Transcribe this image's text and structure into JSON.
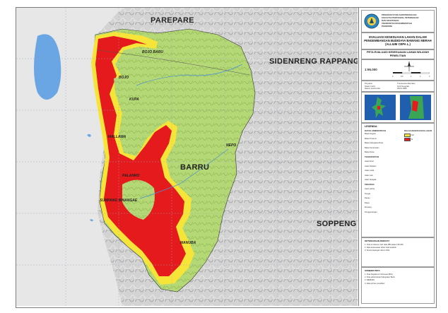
{
  "map": {
    "regions": {
      "parepare": "PAREPARE",
      "sidenreng": "SIDENRENG RAPPANG",
      "barru": "BARRU",
      "soppeng": "SOPPENG"
    },
    "districts": [
      "BOJO BARU",
      "BOJO",
      "KUPA",
      "MALLAWA",
      "NEPO",
      "PALANRO",
      "SUMPANG BINANGAE",
      "MANUBA"
    ],
    "colors": {
      "sea": "#6aa6e3",
      "land_study": "#b6d97a",
      "suitable": "#f7e439",
      "unsuitable": "#e41a1c",
      "relief": "#cfcfcf"
    }
  },
  "panel": {
    "institution": [
      "PROGRAM STUDI AGROTEKNOLOGI",
      "FAKULTAS PERTANIAN, PETERNAKAN",
      "DAN KEHUTANAN",
      "UNIVERSITAS MUHAMMADIYAH",
      "PAREPARE"
    ],
    "title": "EVALUASI KESESUAIAN LAHAN DALAM PENGEMBANGAN BUDIDAYA BAWANG MERAH (ALLIUM CEPA L.)",
    "subtitle": "PETA EVALUASI KESESUAIAN LAHAN WILAYAH PENELITIAN",
    "scale": "1:95.000",
    "scale_ticks": [
      "0",
      "0,5",
      "1",
      "2",
      "3"
    ],
    "meta_left": [
      "Proyeksi",
      "Sistem Grid",
      "Datum Horizontal"
    ],
    "meta_right": [
      "Transverse Mercator",
      "Grid Geografi",
      "WGS 1984"
    ],
    "legend_title": "LEGENDA",
    "legend_left_head": "BATAS ADMINISTRASI",
    "legend_left": [
      "Batas Negara",
      "Batas Provinsi",
      "Batas Kabupaten/Kota",
      "Batas Kecamatan",
      "Batas Desa",
      "TRANSPORTASI",
      "Jalan Arteri",
      "Jalan Kolektor",
      "Jalan Lokal",
      "Jalan Lain",
      "Jalan Setapak",
      "PERAIRAN",
      "Garis pantai",
      "Sungai",
      "Danau",
      "Rawa",
      "Empang",
      "Penggenangan"
    ],
    "legend_right_head": "KELAS KESESUAIAN LAHAN",
    "legend_right": [
      "S3",
      "N"
    ],
    "notes_title": "KETERANGAN RIWAYAT",
    "notes": [
      "1. Peta ini disusun dari data RBI skala 1:50.000",
      "2. Data kesesuaian lahan hasil analisis",
      "3. Survei lapangan tahun 2022"
    ],
    "source_title": "SUMBER PETA",
    "sources": [
      "1. Peta Rupabumi Indonesia (BIG)",
      "2. Peta administrasi Kabupaten Barru",
      "3. DEMNAS",
      "4. Data primer penelitian"
    ]
  }
}
